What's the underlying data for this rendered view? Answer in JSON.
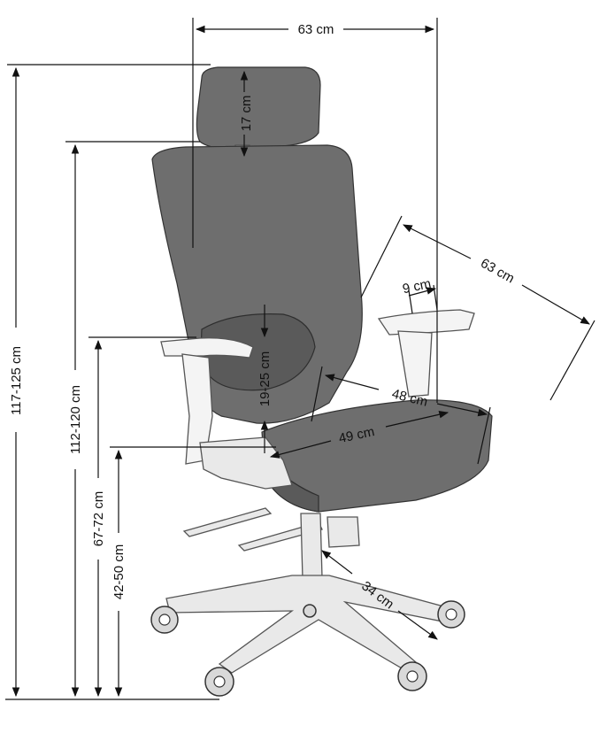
{
  "dimensions": {
    "overall_width": "63 cm",
    "headrest_height": "17 cm",
    "armrest_depth_diagonal": "63 cm",
    "armrest_pad_width": "9 cm",
    "lumbar_range": "19-25 cm",
    "seat_depth": "48 cm",
    "seat_width": "49 cm",
    "base_radius": "34 cm",
    "total_height": "117-125 cm",
    "backrest_top_height": "112-120 cm",
    "armrest_height": "67-72 cm",
    "seat_height": "42-50 cm"
  }
}
